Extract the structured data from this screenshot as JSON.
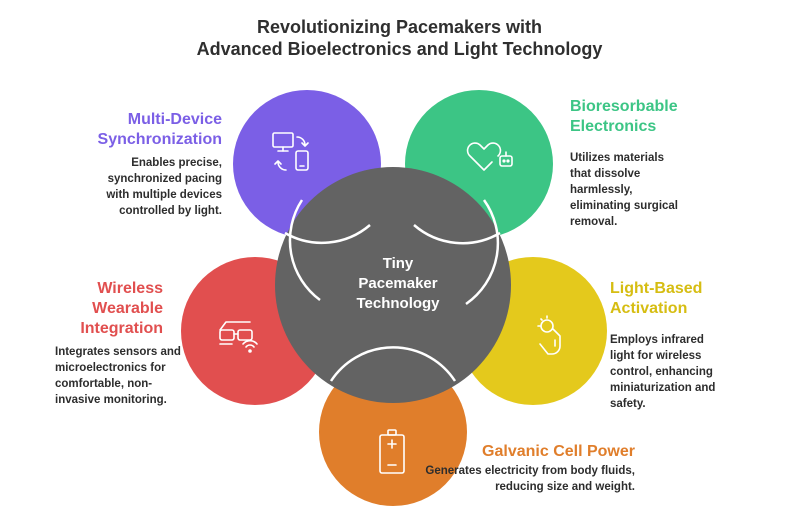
{
  "title": {
    "line1": "Revolutionizing Pacemakers with",
    "line2": "Advanced Bioelectronics and Light Technology"
  },
  "center": {
    "line1": "Tiny",
    "line2": "Pacemaker",
    "line3": "Technology",
    "color": "#636363"
  },
  "items": [
    {
      "heading_lines": [
        "Multi-Device",
        "Synchronization"
      ],
      "desc_lines": [
        "Enables precise,",
        "synchronized pacing",
        "with multiple devices",
        "controlled by light."
      ],
      "color": "#7b5fe6",
      "icon": "devices-sync-icon"
    },
    {
      "heading_lines": [
        "Bioresorbable",
        "Electronics"
      ],
      "desc_lines": [
        "Utilizes materials",
        "that dissolve",
        "harmlessly,",
        "eliminating surgical",
        "removal."
      ],
      "color": "#3cc585",
      "icon": "heart-chip-icon"
    },
    {
      "heading_lines": [
        "Light-Based",
        "Activation"
      ],
      "desc_lines": [
        "Employs infrared",
        "light for wireless",
        "control, enhancing",
        "miniaturization and",
        "safety."
      ],
      "color": "#e4c91c",
      "icon": "hand-light-icon"
    },
    {
      "heading_lines": [
        "Galvanic Cell Power"
      ],
      "desc_lines": [
        "Generates electricity from body fluids,",
        "reducing size and weight."
      ],
      "color": "#e07e2b",
      "icon": "battery-icon"
    },
    {
      "heading_lines": [
        "Wireless",
        "Wearable",
        "Integration"
      ],
      "desc_lines": [
        "Integrates sensors and",
        "microelectronics for",
        "comfortable, non-",
        "invasive monitoring."
      ],
      "color": "#e14f4f",
      "icon": "smart-glasses-icon"
    }
  ]
}
